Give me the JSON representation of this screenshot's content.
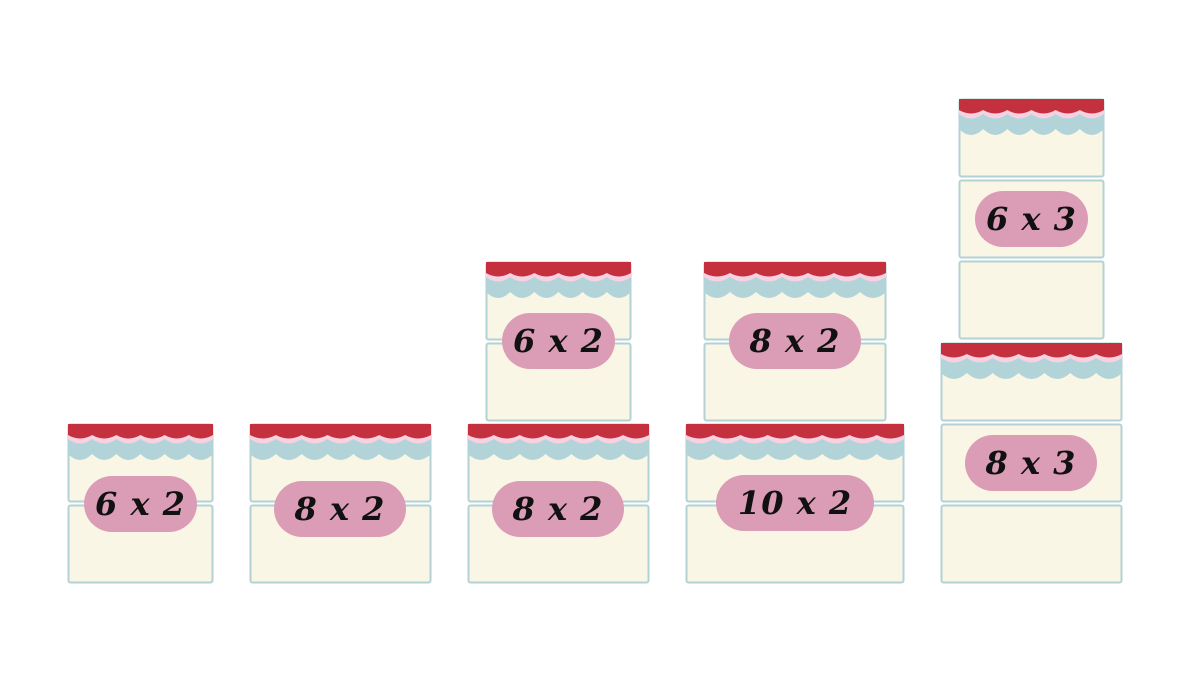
{
  "colors": {
    "cream": "#faf6e6",
    "border": "#b2d2d6",
    "frosting_red": "#c4303d",
    "frosting_pink": "#f5d1e1",
    "frosting_blue": "#b2d4d8",
    "label_pill": "#db9db5",
    "label_text": "#111111"
  },
  "cakes": [
    {
      "layers": [
        {
          "label": "6 x 2"
        }
      ]
    },
    {
      "layers": [
        {
          "label": "8 x 2"
        }
      ]
    },
    {
      "layers": [
        {
          "label": "8 x 2"
        },
        {
          "label": "6 x 2"
        }
      ]
    },
    {
      "layers": [
        {
          "label": "10 x 2"
        },
        {
          "label": "8 x 2"
        }
      ]
    },
    {
      "layers": [
        {
          "label": "8 x 3"
        },
        {
          "label": "6 x 3"
        }
      ]
    }
  ]
}
